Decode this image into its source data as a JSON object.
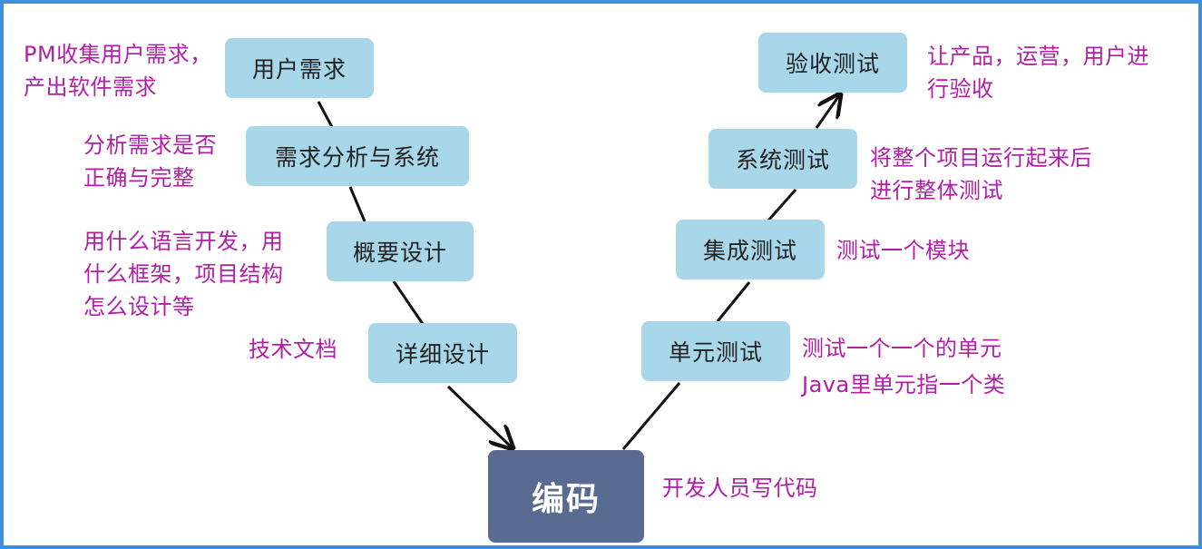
{
  "colors": {
    "box": "#a9d7ea",
    "core": "#5a6b92",
    "note": "#b21ea6",
    "line": "#111111",
    "frame": "#3d8fe0"
  },
  "stages": {
    "user_requirements": "用户需求",
    "requirements_analysis": "需求分析与系统",
    "outline_design": "概要设计",
    "detailed_design": "详细设计",
    "coding": "编码",
    "unit_test": "单元测试",
    "integration_test": "集成测试",
    "system_test": "系统测试",
    "acceptance_test": "验收测试"
  },
  "notes": {
    "user_requirements": [
      "PM收集用户需求，",
      "产出软件需求"
    ],
    "requirements_analysis": [
      "分析需求是否",
      "正确与完整"
    ],
    "outline_design": [
      "用什么语言开发，用",
      "什么框架，项目结构",
      "怎么设计等"
    ],
    "detailed_design": [
      "技术文档"
    ],
    "coding": [
      "开发人员写代码"
    ],
    "unit_test": [
      "测试一个一个的单元",
      "Java里单元指一个类"
    ],
    "integration_test": [
      "测试一个模块"
    ],
    "system_test": [
      "将整个项目运行起来后",
      "进行整体测试"
    ],
    "acceptance_test": [
      "让产品，运营，用户进",
      "行验收"
    ]
  }
}
